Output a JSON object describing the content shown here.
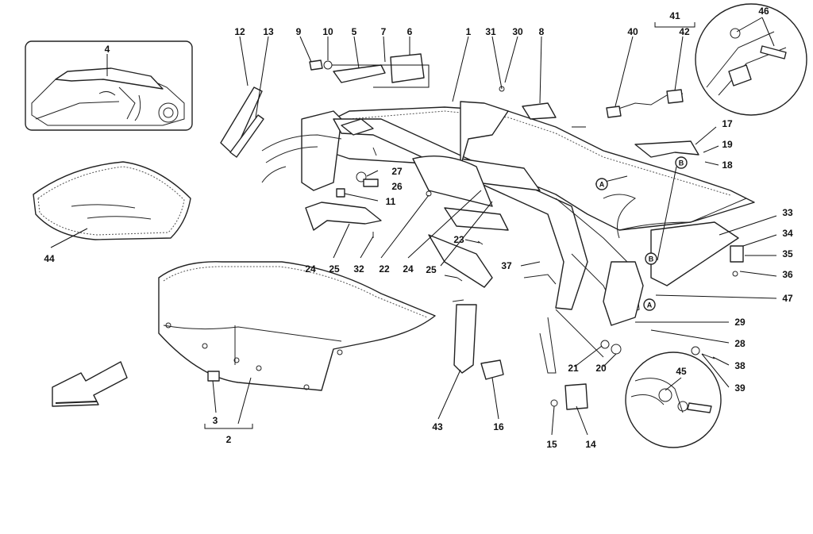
{
  "callouts": {
    "n1": "1",
    "n2": "2",
    "n3": "3",
    "n4": "4",
    "n5": "5",
    "n6": "6",
    "n7": "7",
    "n8": "8",
    "n9": "9",
    "n10": "10",
    "n11": "11",
    "n12": "12",
    "n13": "13",
    "n14": "14",
    "n15": "15",
    "n16": "16",
    "n17": "17",
    "n18": "18",
    "n19": "19",
    "n20": "20",
    "n21": "21",
    "n22": "22",
    "n23": "23",
    "n24a": "24",
    "n24b": "24",
    "n25a": "25",
    "n25b": "25",
    "n26": "26",
    "n27": "27",
    "n28": "28",
    "n29": "29",
    "n30": "30",
    "n31": "31",
    "n32": "32",
    "n33": "33",
    "n34": "34",
    "n35": "35",
    "n36": "36",
    "n37": "37",
    "n38": "38",
    "n39": "39",
    "n40": "40",
    "n41": "41",
    "n42": "42",
    "n43": "43",
    "n44": "44",
    "n45": "45",
    "n46": "46",
    "n47": "47"
  },
  "reference_markers": {
    "a1": "A",
    "a2": "A",
    "b1": "B",
    "b2": "B"
  },
  "colors": {
    "line": "#222222",
    "background": "#ffffff"
  }
}
